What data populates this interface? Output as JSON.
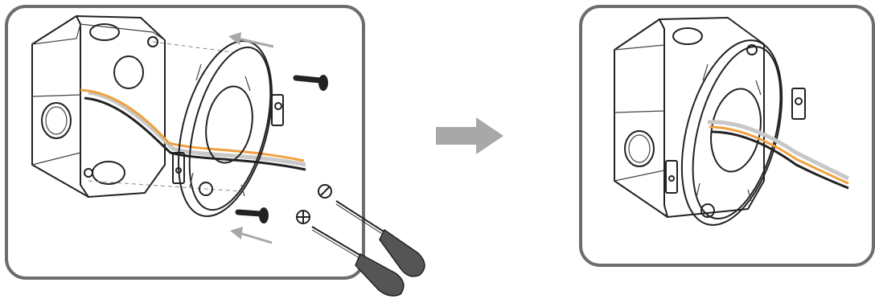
{
  "figure": {
    "steps": [
      {
        "id": "step-1",
        "description_icons": [
          "junction-box",
          "mounting-plate",
          "screw",
          "screw",
          "flathead-screwdriver",
          "phillips-screwdriver",
          "cable"
        ]
      },
      {
        "id": "step-2",
        "description_icons": [
          "junction-box-assembled",
          "mounting-plate",
          "cable"
        ]
      }
    ],
    "transition_icon": "right-arrow-icon",
    "colors": {
      "panel_border": "#6d6d6d",
      "line": "#222222",
      "cable_orange": "#f0a040",
      "cable_gray": "#c8c8c8",
      "cable_black": "#222222",
      "arrow_gray": "#a8a8a8",
      "screwdriver_handle": "#555555"
    }
  }
}
